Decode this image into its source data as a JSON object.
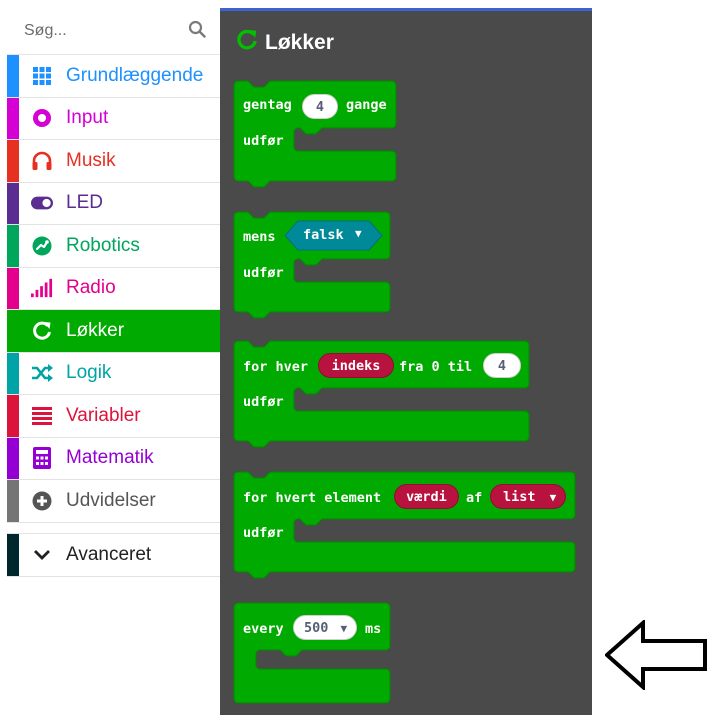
{
  "search": {
    "placeholder": "Søg..."
  },
  "categories": [
    {
      "label": "Grundlæggende",
      "color": "#1e90ff",
      "icon": "grid-icon"
    },
    {
      "label": "Input",
      "color": "#d400d4",
      "icon": "input-circle-icon"
    },
    {
      "label": "Musik",
      "color": "#e63022",
      "icon": "headphones-icon"
    },
    {
      "label": "LED",
      "color": "#5c2d91",
      "icon": "toggle-icon"
    },
    {
      "label": "Robotics",
      "color": "#00a65c",
      "icon": "robotics-icon"
    },
    {
      "label": "Radio",
      "color": "#e3008c",
      "icon": "signal-bars-icon"
    },
    {
      "label": "Løkker",
      "color": "#00aa00",
      "icon": "refresh-icon",
      "active": true
    },
    {
      "label": "Logik",
      "color": "#00a4a6",
      "icon": "shuffle-icon"
    },
    {
      "label": "Variabler",
      "color": "#dc143c",
      "icon": "list-lines-icon"
    },
    {
      "label": "Matematik",
      "color": "#9400d3",
      "icon": "calculator-icon"
    },
    {
      "label": "Udvidelser",
      "color": "#757575",
      "icon": "plus-circle-icon"
    },
    {
      "label": "Avanceret",
      "color": "#00272b",
      "icon": "chevron-down-icon"
    }
  ],
  "canvas": {
    "title": "Løkker",
    "colors": {
      "block": "#00aa00",
      "blockDark": "#008a00",
      "background": "#4b4a4a",
      "accent": "#3f61d6"
    },
    "blocks": {
      "repeat": {
        "kw": "gentag",
        "value": "4",
        "unit": "gange",
        "do": "udfør"
      },
      "while": {
        "kw": "mens",
        "cond": "falsk",
        "caret": "▼",
        "do": "udfør"
      },
      "forIndex": {
        "kw": "for hver",
        "var": "indeks",
        "from": "fra 0 til",
        "to": "4",
        "do": "udfør"
      },
      "forOf": {
        "kw": "for hvert element",
        "var": "værdi",
        "of": "af",
        "list": "list",
        "caret": "▼",
        "do": "udfør"
      },
      "every": {
        "kw": "every",
        "value": "500",
        "caret": "▼",
        "unit": "ms"
      }
    }
  }
}
